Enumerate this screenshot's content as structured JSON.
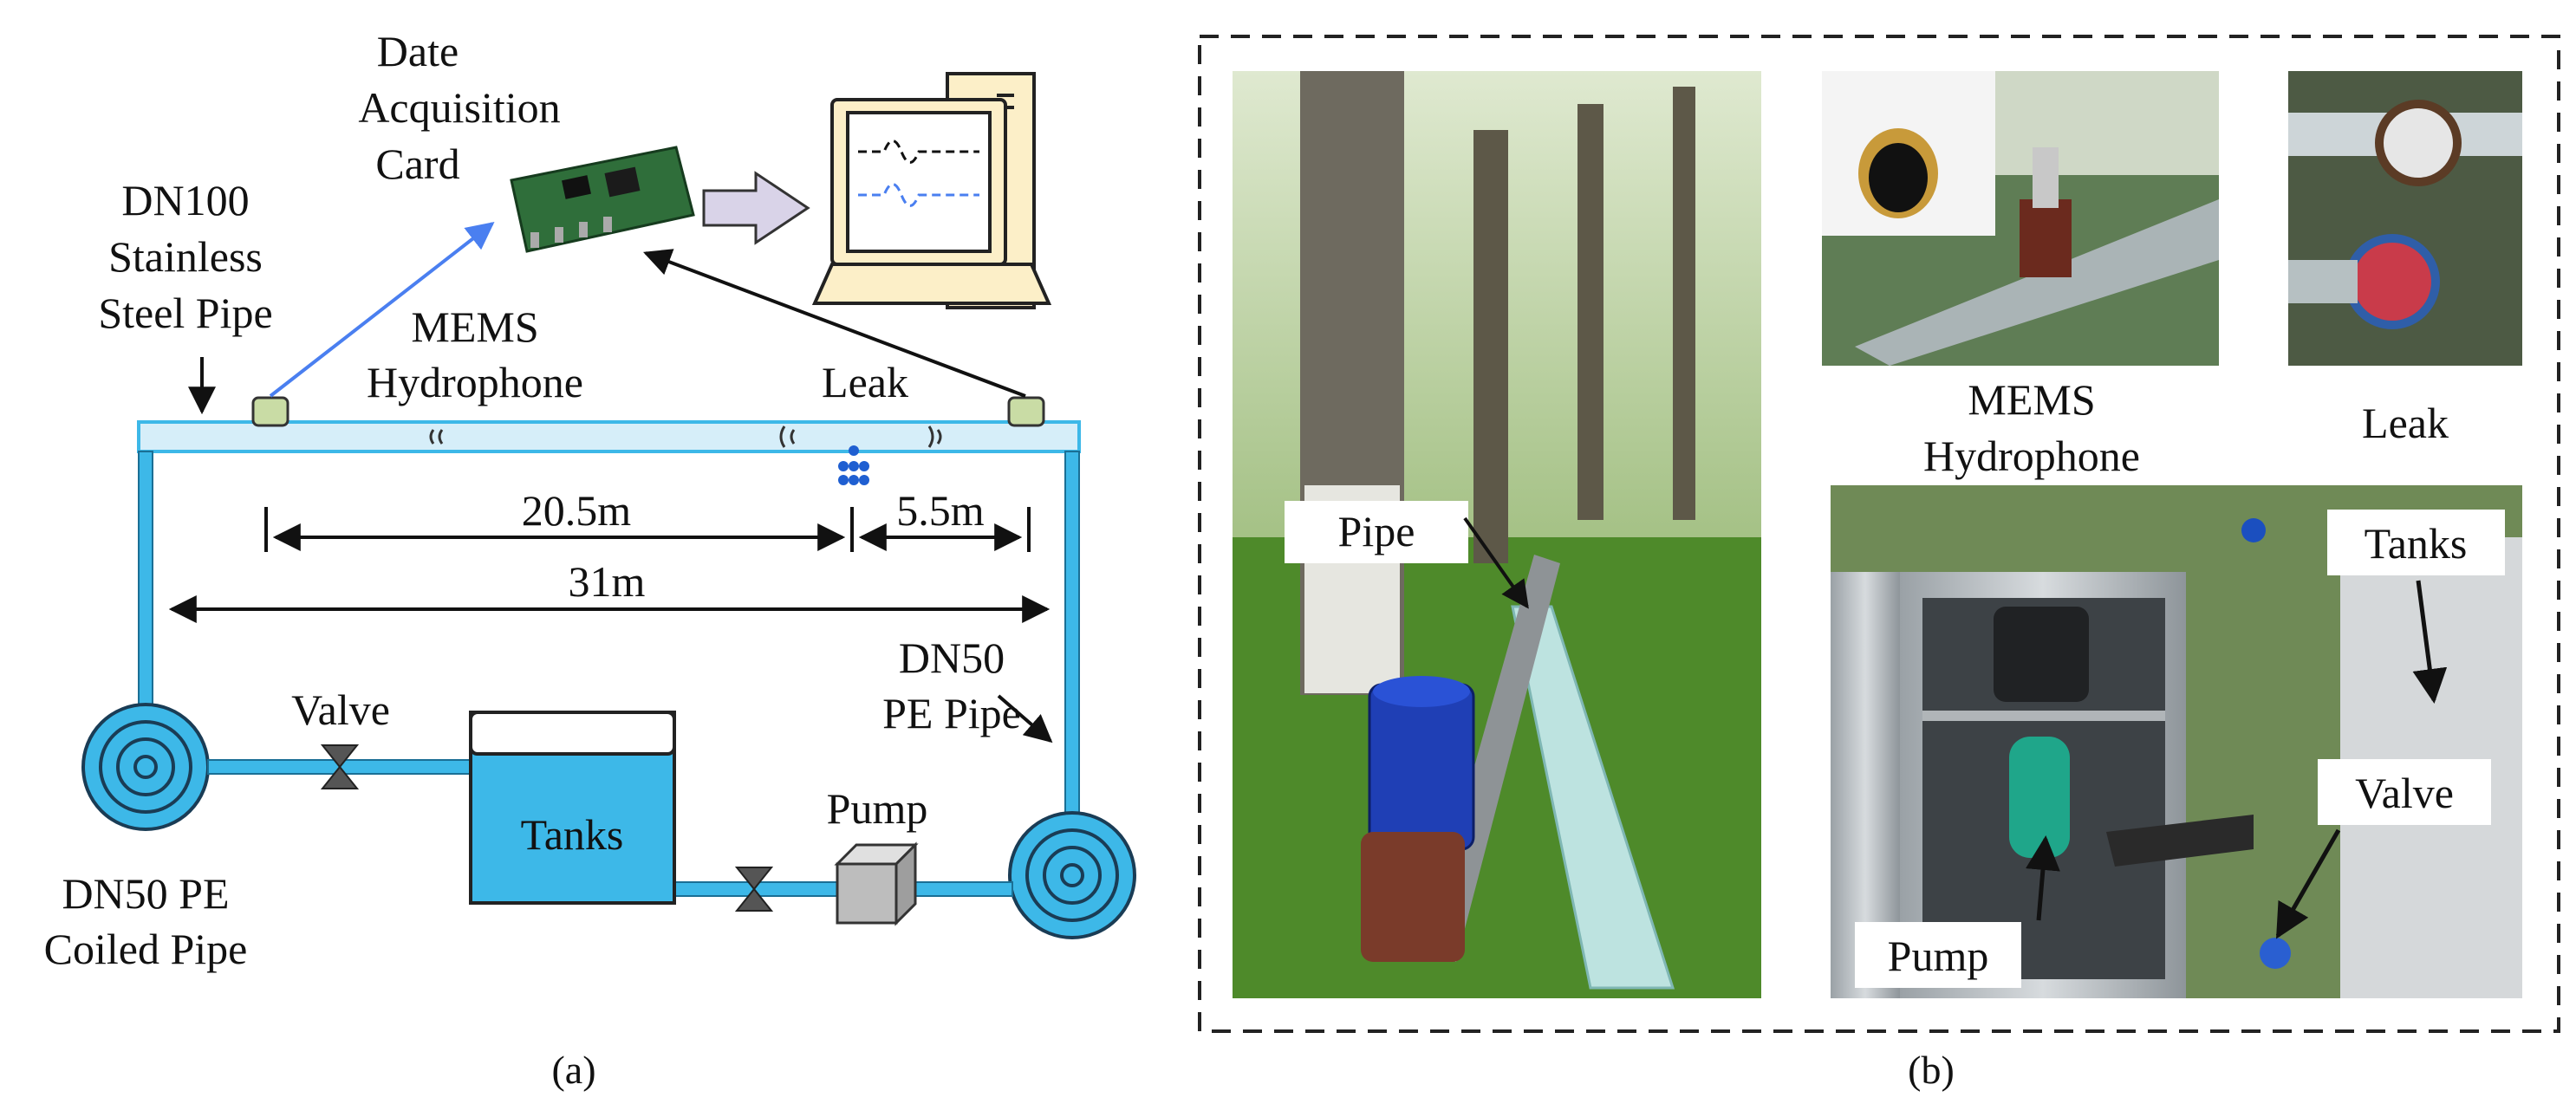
{
  "panel_a": {
    "caption": "(a)",
    "daq_label": [
      "Date",
      "Acquisition",
      "Card"
    ],
    "main_pipe_label": [
      "DN100",
      "Stainless",
      "Steel Pipe"
    ],
    "hydrophone_label": [
      "MEMS",
      "Hydrophone"
    ],
    "leak_label": "Leak",
    "dist_1": "20.5m",
    "dist_2": "5.5m",
    "dist_total": "31m",
    "pe_pipe_label": [
      "DN50",
      "PE Pipe"
    ],
    "valve_label": "Valve",
    "tanks_label": "Tanks",
    "pump_label": "Pump",
    "coiled_label": [
      "DN50 PE",
      "Coiled Pipe"
    ]
  },
  "panel_b": {
    "caption": "(b)",
    "pipe_label": "Pipe",
    "hydrophone_label": [
      "MEMS",
      "Hydrophone"
    ],
    "leak_label": "Leak",
    "tanks_label": "Tanks",
    "valve_label": "Valve",
    "pump_label": "Pump"
  },
  "colors": {
    "pipe_blue": "#3db8e8",
    "pipe_light": "#d6eef9",
    "sensor": "#c9dca5",
    "arrow_blue": "#4a7ff0",
    "leak_drop": "#1f5fd1",
    "card_green": "#2f6e3a"
  }
}
